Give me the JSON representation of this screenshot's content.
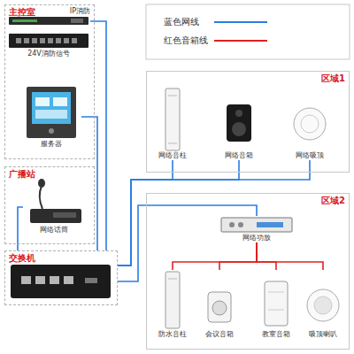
{
  "diagram": {
    "nodes": [
      {
        "text": [
          "主控室"
        ]
      },
      {
        "text": [
          "IP消防"
        ],
        "in": 0
      },
      {
        "text": [
          "24V消防信号"
        ],
        "in": 0
      },
      {
        "text": [
          "服务器"
        ],
        "in": 0
      },
      {
        "text": [
          "区域1"
        ]
      },
      {
        "text": [
          "网络音柱"
        ],
        "in": 4
      },
      {
        "text": [
          "网络音箱"
        ],
        "in": 4
      },
      {
        "text": [
          "网络吸顶"
        ],
        "in": 4
      },
      {
        "text": [
          "广播站"
        ]
      },
      {
        "text": [
          "网络话筒"
        ],
        "in": 8
      },
      {
        "text": [
          "区域2"
        ]
      },
      {
        "text": [
          "网络功放"
        ],
        "in": 10
      },
      {
        "text": [
          "防水音柱"
        ],
        "in": 10
      },
      {
        "text": [
          "会议音箱"
        ],
        "in": 10
      },
      {
        "text": [
          "教室音箱"
        ],
        "in": 10
      },
      {
        "text": [
          "吸顶喇叭"
        ],
        "in": 10
      },
      {
        "text": [
          "交换机"
        ]
      }
    ],
    "edges": [
      {
        "from": 16,
        "to": 1,
        "arrow": "none"
      },
      {
        "from": 16,
        "to": 3,
        "arrow": "none"
      },
      {
        "from": 16,
        "to": 9,
        "arrow": "none"
      },
      {
        "from": 16,
        "to": 5,
        "arrow": "none"
      },
      {
        "from": 16,
        "to": 6,
        "arrow": "none"
      },
      {
        "from": 16,
        "to": 7,
        "arrow": "none"
      },
      {
        "from": 16,
        "to": 11,
        "arrow": "none"
      },
      {
        "from": 11,
        "to": 12,
        "arrow": "none"
      },
      {
        "from": 11,
        "to": 13,
        "arrow": "none"
      },
      {
        "from": 11,
        "to": 14,
        "arrow": "none"
      },
      {
        "from": 11,
        "to": 15,
        "arrow": "none"
      }
    ],
    "legend": [
      {
        "text": "蓝色网线"
      },
      {
        "text": "红色音箱线"
      }
    ]
  }
}
